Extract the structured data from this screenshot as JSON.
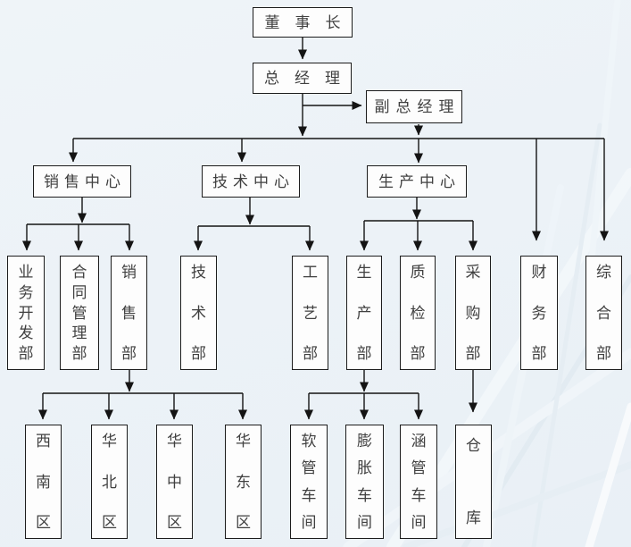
{
  "diagram": {
    "type": "org-chart",
    "colors": {
      "background": "#edf2f7",
      "box_fill": "#fdfdfd",
      "box_border": "#1c1c1c",
      "text": "#404040",
      "connector": "#141414"
    },
    "nodes": {
      "chairman": {
        "label": "董事长"
      },
      "general_manager": {
        "label": "总经理"
      },
      "deputy_general_manager": {
        "label": "副总经理"
      },
      "sales_center": {
        "label": "销售中心"
      },
      "tech_center": {
        "label": "技术中心"
      },
      "production_center": {
        "label": "生产中心"
      },
      "business_dev_dept": {
        "label": "业务开发部"
      },
      "contract_mgmt_dept": {
        "label": "合同管理部"
      },
      "sales_dept": {
        "label": "销售部"
      },
      "tech_dept": {
        "label": "技术部"
      },
      "process_dept": {
        "label": "工艺部"
      },
      "production_dept": {
        "label": "生产部"
      },
      "quality_dept": {
        "label": "质检部"
      },
      "purchasing_dept": {
        "label": "采购部"
      },
      "finance_dept": {
        "label": "财务部"
      },
      "general_affairs_dept": {
        "label": "综合部"
      },
      "region_southwest": {
        "label": "西南区"
      },
      "region_north": {
        "label": "华北区"
      },
      "region_central": {
        "label": "华中区"
      },
      "region_east": {
        "label": "华东区"
      },
      "hose_workshop": {
        "label": "软管车间"
      },
      "expansion_workshop": {
        "label": "膨胀车间"
      },
      "culvert_workshop": {
        "label": "涵管车间"
      },
      "warehouse": {
        "label": "仓库"
      }
    },
    "edges": [
      [
        "chairman",
        "general_manager"
      ],
      [
        "general_manager",
        "deputy_general_manager"
      ],
      [
        "general_manager",
        "sales_center"
      ],
      [
        "general_manager",
        "tech_center"
      ],
      [
        "general_manager",
        "production_center"
      ],
      [
        "general_manager",
        "finance_dept"
      ],
      [
        "general_manager",
        "general_affairs_dept"
      ],
      [
        "sales_center",
        "business_dev_dept"
      ],
      [
        "sales_center",
        "contract_mgmt_dept"
      ],
      [
        "sales_center",
        "sales_dept"
      ],
      [
        "tech_center",
        "tech_dept"
      ],
      [
        "tech_center",
        "process_dept"
      ],
      [
        "production_center",
        "production_dept"
      ],
      [
        "production_center",
        "quality_dept"
      ],
      [
        "production_center",
        "purchasing_dept"
      ],
      [
        "sales_dept",
        "region_southwest"
      ],
      [
        "sales_dept",
        "region_north"
      ],
      [
        "sales_dept",
        "region_central"
      ],
      [
        "sales_dept",
        "region_east"
      ],
      [
        "production_dept",
        "hose_workshop"
      ],
      [
        "production_dept",
        "expansion_workshop"
      ],
      [
        "production_dept",
        "culvert_workshop"
      ],
      [
        "purchasing_dept",
        "warehouse"
      ]
    ]
  }
}
